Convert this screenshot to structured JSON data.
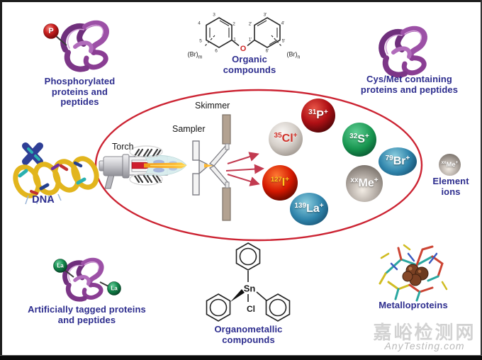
{
  "colors": {
    "ellipse_red": "#cc2433",
    "arrow_red": "#c23a50",
    "caption_navy": "#2d2d8e",
    "ball_dark_red": "#b01015",
    "ball_silver": "#d6d0ca",
    "ball_green": "#17954f",
    "ball_blue": "#2f84ab",
    "ball_bright_red": "#d41800",
    "ball_grey": "#b2aaa3",
    "tag_green": "#128a4c",
    "tag_red": "#c01818"
  },
  "instrument": {
    "torch": "Torch",
    "sampler": "Sampler",
    "skimmer": "Skimmer"
  },
  "ions": [
    {
      "mass": "31",
      "symbol": "P",
      "charge": "+"
    },
    {
      "mass": "35",
      "symbol": "Cl",
      "charge": "+"
    },
    {
      "mass": "32",
      "symbol": "S",
      "charge": "+"
    },
    {
      "mass": "79",
      "symbol": "Br",
      "charge": "+"
    },
    {
      "mass": "127",
      "symbol": "I",
      "charge": "+"
    },
    {
      "mass": "xx",
      "symbol": "Me",
      "charge": "+"
    },
    {
      "mass": "139",
      "symbol": "La",
      "charge": "+"
    },
    {
      "mass": "xx",
      "symbol": "Me",
      "charge": "+"
    }
  ],
  "captions": {
    "phospho": "Phosphorylated\nproteins and\npeptides",
    "organic": "Organic\ncompounds",
    "cysmet": "Cys/Met containing\nproteins and peptides",
    "dna": "DNA",
    "element_ions": "Element\nions",
    "tagged": "Artificially tagged proteins\nand peptides",
    "organometallic": "Organometallic\ncompounds",
    "metallo": "Metalloproteins"
  },
  "organic_structure": {
    "left_ring_numbers": [
      "1",
      "2",
      "3",
      "4",
      "5",
      "6"
    ],
    "right_ring_numbers": [
      "1'",
      "2'",
      "3'",
      "4'",
      "5'",
      "6'"
    ],
    "br_left": {
      "base": "(Br)",
      "sub": "m"
    },
    "br_right": {
      "base": "(Br)",
      "sub": "n"
    },
    "oxygen": "O"
  },
  "organometallic_structure": {
    "metal": "Sn",
    "ligand": "Cl"
  },
  "tags": {
    "phosphorus": "P",
    "lanthanum": "La"
  },
  "watermark": {
    "cn": "嘉峪检测网",
    "en": "AnyTesting.com"
  }
}
